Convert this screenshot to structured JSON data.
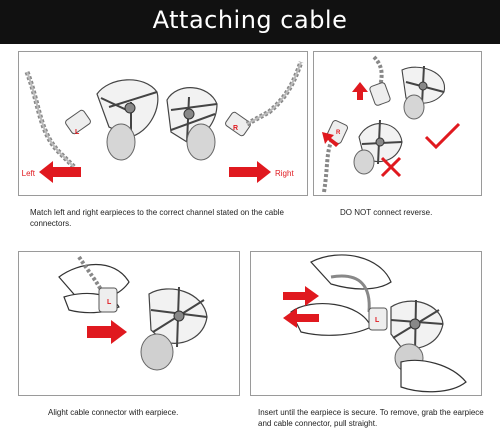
{
  "header": {
    "title": "Attaching cable"
  },
  "panels": {
    "match": {
      "caption": "Match left and right earpieces to the correct channel stated on the cable connectors.",
      "label_left": "Left",
      "label_right": "Right",
      "connector_left": "L",
      "connector_right": "R"
    },
    "reverse": {
      "caption": "DO NOT connect reverse.",
      "connector_label": "R"
    },
    "align": {
      "caption": "Alight cable connector with earpiece.",
      "connector_label": "L"
    },
    "insert": {
      "caption": "Insert until the earpiece is secure. To remove, grab the earpiece and cable connector, pull straight.",
      "connector_label": "L"
    }
  },
  "colors": {
    "arrow_red": "#e0191f",
    "header_bg": "#111111",
    "border": "#9a9a9a"
  },
  "icons": [
    "check-mark-icon",
    "cross-mark-icon",
    "red-arrow-icon"
  ]
}
